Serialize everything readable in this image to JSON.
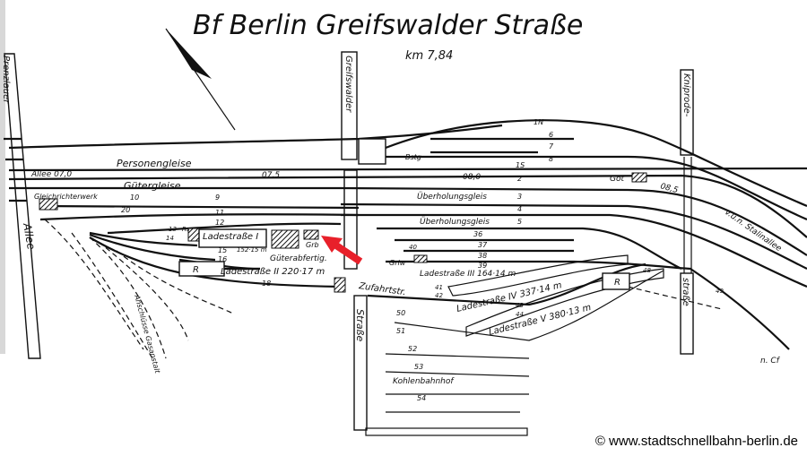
{
  "title": "Bf Berlin Greifswalder Straße",
  "km": "km 7,84",
  "streets": {
    "prenzlauer": "Prenzlauer",
    "allee": "Allee",
    "greifswalder": "Greifswalder",
    "greifswalder_strasse": "Straße",
    "kniprode": "Kniprode-",
    "kniprode_strasse": "straße",
    "zufahrtstr": "Zufahrtstr.",
    "stalinallee": "v.u.n. Stalinallee",
    "n_cf": "n. Cf"
  },
  "labels": {
    "personengleise": "Personengleise",
    "guetergleise": "Gütergleise",
    "allee_km": "Allee  07,0",
    "km_075": "07,5",
    "km_080": "08,0",
    "km_085": "08,5",
    "gleichrichterwerk": "Gleichrichterwerk",
    "ladestrasse_1": "Ladestraße I",
    "ladestrasse_1_len": "152·15 m",
    "ladestrasse_2": "Ladestraße II 220·17 m",
    "ladestrasse_3": "Ladestraße III 164·14 m",
    "ladestrasse_4": "Ladestraße IV 337·14 m",
    "ladestrasse_5": "Ladestraße V 380·13 m",
    "grb": "Grb",
    "gueterabfertigung": "Güterabfertig.",
    "grlw": "Grlw",
    "got": "Got",
    "bstg": "Bstg",
    "ueberholungsgleis_1": "Überholungsgleis",
    "ueberholungsgleis_2": "Überholungsgleis",
    "kohlenbahnhof": "Kohlenbahnhof",
    "anschluesse": "Anschlüsse Gasanstalt",
    "r1": "R",
    "r2": "R",
    "rs": "Rs"
  },
  "tracks": [
    "1N",
    "6",
    "7",
    "8",
    "1S",
    "2",
    "3",
    "4",
    "5",
    "9",
    "10",
    "11",
    "12",
    "13",
    "14",
    "15",
    "16",
    "18",
    "20",
    "36",
    "37",
    "38",
    "39",
    "40",
    "41",
    "42",
    "43",
    "44",
    "48",
    "49",
    "50",
    "51",
    "52",
    "53",
    "54"
  ],
  "copyright": "© www.stadtschnellbahn-berlin.de",
  "colors": {
    "arrow": "#e8202a",
    "ink": "#111111",
    "margin": "#d8d8d8"
  }
}
